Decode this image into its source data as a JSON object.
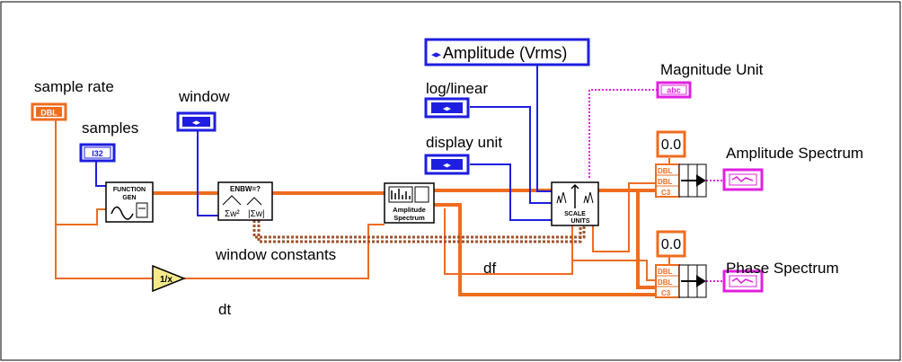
{
  "labels": {
    "sample_rate": "sample rate",
    "samples": "samples",
    "window": "window",
    "log_linear": "log/linear",
    "display_unit": "display unit",
    "magnitude_unit": "Magnitude Unit",
    "amplitude_spectrum": "Amplitude Spectrum",
    "phase_spectrum": "Phase Spectrum",
    "window_constants": "window constants",
    "df": "df",
    "dt": "dt"
  },
  "controls": {
    "sample_rate_type": "DBL",
    "samples_type": "I32",
    "amplitude_ring": "Amplitude (Vrms)",
    "magnitude_unit_type": "abc",
    "amplitude_const": "0.0",
    "phase_const": "0.0"
  },
  "icons": {
    "function_gen_line1": "FUNCTION",
    "function_gen_line2": "GEN",
    "enbw": "ENBW=?",
    "amp_spectrum_line1": "Amplitude",
    "amp_spectrum_line2": "Spectrum",
    "scale_units_line1": "SCALE",
    "scale_units_line2": "UNITS",
    "bundle_dbl": "DBL",
    "bundle_c": "C3"
  },
  "colors": {
    "orange": "#ef6c1f",
    "blue": "#1e1ee0",
    "pink": "#e020e0",
    "brown": "#a0522d"
  }
}
